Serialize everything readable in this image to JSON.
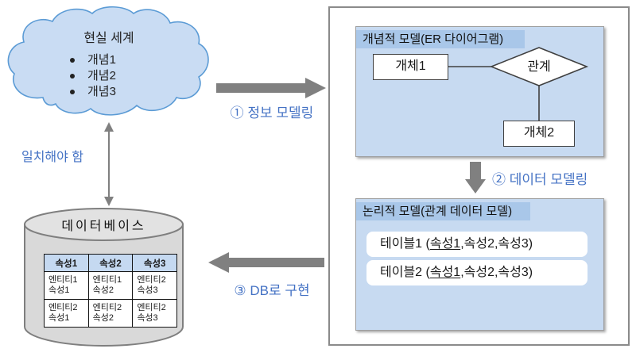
{
  "colors": {
    "box_fill": "#c7daf1",
    "band_fill": "#a9c7e9",
    "label_blue": "#4472c4",
    "arrow_gray": "#808080",
    "cylinder_fill": "#d9d9d9",
    "cloud_fill": "#c9dcf3",
    "cloud_stroke": "#5b9bd5",
    "table_header_fill": "#c5d9f1"
  },
  "cloud": {
    "title": "현실 세계",
    "bullets": [
      "개념1",
      "개념2",
      "개념3"
    ]
  },
  "match_arrow": {
    "label": "일치해야 함"
  },
  "steps": {
    "step1": "① 정보 모델링",
    "step2": "② 데이터 모델링",
    "step3": "③ DB로 구현"
  },
  "conceptual_model": {
    "header": "개념적 모델(ER 다이어그램)",
    "entity1": "개체1",
    "relationship": "관계",
    "entity2": "개체2"
  },
  "logical_model": {
    "header": "논리적 모델(관계 데이터 모델)",
    "tables": [
      {
        "prefix": "테이블1 (",
        "pk": "속성1",
        "suffix": ",속성2,속성3)"
      },
      {
        "prefix": "테이블2 (",
        "pk": "속성1",
        "suffix": ",속성2,속성3)"
      }
    ]
  },
  "database": {
    "title": "데이터베이스",
    "table": {
      "headers": [
        "속성1",
        "속성2",
        "속성3"
      ],
      "rows": [
        [
          {
            "l1": "엔티티1",
            "l2": "속성1"
          },
          {
            "l1": "엔티티1",
            "l2": "속성2"
          },
          {
            "l1": "엔티티2",
            "l2": "속성3"
          }
        ],
        [
          {
            "l1": "엔티티2",
            "l2": "속성1"
          },
          {
            "l1": "엔티티2",
            "l2": "속성2"
          },
          {
            "l1": "엔티티2",
            "l2": "속성3"
          }
        ]
      ]
    }
  }
}
